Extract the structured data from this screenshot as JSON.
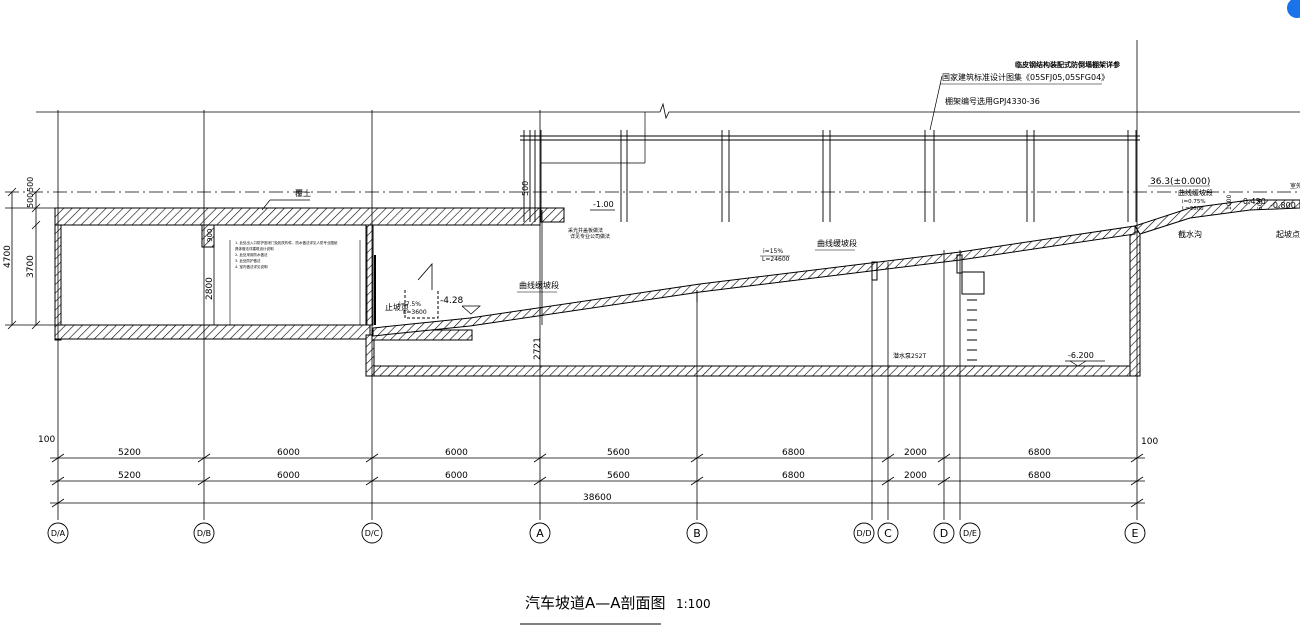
{
  "title": "汽车坡道A—A剖面图",
  "scale": "1:100",
  "notes": {
    "canopy_line1": "临皮钢结构装配式防倒塌棚架详参",
    "canopy_line2": "国家建筑标准设计图集《05SFJ05,05SFG04》",
    "canopy_line3": "棚架编号选用GPJ4330-36",
    "fill_soil": "覆土",
    "curve_slope_1": "曲线缓坡段",
    "curve_slope_2": "曲线缓坡段",
    "curve_slope_3": "曲线缓坡段",
    "main_slope_i": "i=15%",
    "main_slope_l": "L=24600",
    "left_slope_i": "i=7.5%",
    "left_slope_l": "L=3600",
    "right_slope_i": "i=0.75%",
    "right_slope_l": "L=3600",
    "stop_slope": "止坡点",
    "start_slope": "起坡点",
    "water_stop": "截水沟",
    "reference": "36.3(±0.000)",
    "outdoor": "室外",
    "pump_label": "潜水泵252T",
    "hatch_label": "采光井盖板做法",
    "hatch_label2": "详见专业公司做法",
    "left_notes": [
      "1. 此处出入口防护密闭门及相关构件，防水做法详见人防专业图纸",
      "   具体做法详建筑设计说明",
      "2. 此处采用防水做法",
      "3. 此处防护做法",
      "4. 室内做法详见说明"
    ]
  },
  "elevations": {
    "e_minus_1_00": "-1.00",
    "e_minus_4_28": "-4.28",
    "e_minus_6_200": "-6.200",
    "e_minus_0_450": "-0.450",
    "e_minus_0_800": "-0.800"
  },
  "vertical_dims": {
    "total": "4700",
    "lower": "3700",
    "top_a": "500",
    "top_b": "500",
    "room_height": "2800",
    "beam_small": "900",
    "wall_2721": "2721",
    "ramp_top_500": "500",
    "right_500": "500",
    "right_1000": "1000"
  },
  "horizontal_dims": {
    "edge_left": "100",
    "edge_right": "100",
    "row1": [
      "5200",
      "6000",
      "6000",
      "5600",
      "6800",
      "2000",
      "6800"
    ],
    "row2": [
      "5200",
      "6000",
      "6000",
      "5600",
      "6800",
      "2000",
      "6800"
    ],
    "total": "38600"
  },
  "axes": [
    "D/A",
    "D/B",
    "D/C",
    "A",
    "B",
    "D/D",
    "C",
    "D",
    "D/E",
    "E"
  ]
}
